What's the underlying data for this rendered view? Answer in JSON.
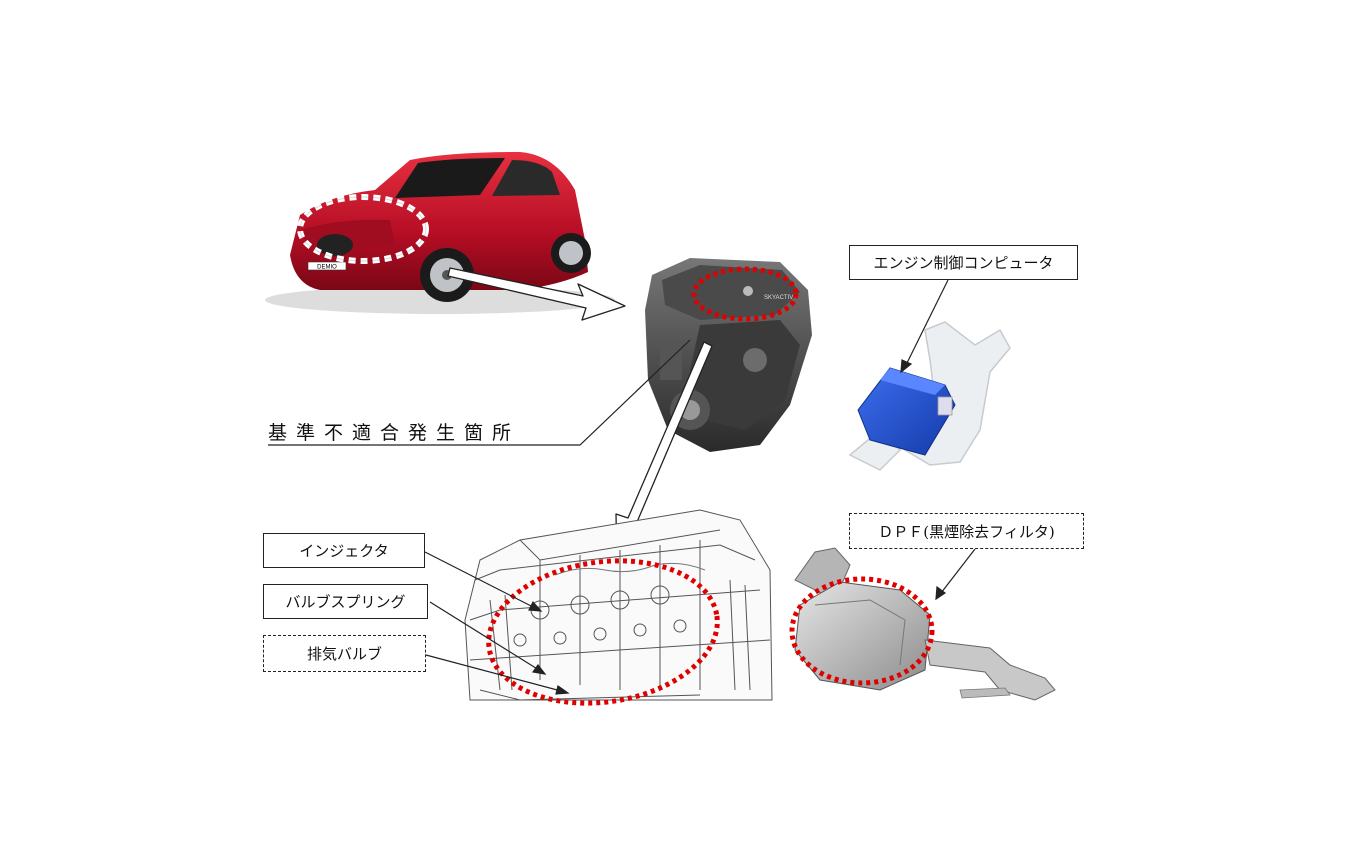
{
  "labels": {
    "ecu": "エンジン制御コンピュータ",
    "location": "基準不適合発生箇所",
    "injector": "インジェクタ",
    "valve_spring": "バルブスプリング",
    "exhaust_valve": "排気バルブ",
    "dpf": "ＤＰＦ(黒煙除去フィルタ)"
  },
  "car_badge": "DEMIO",
  "engine_cover_text": "SKYACTIV",
  "colors": {
    "car_body": "#c8102e",
    "ecu_blue": "#1f4fd0",
    "highlight_red": "#e00000",
    "outline": "#222222"
  }
}
